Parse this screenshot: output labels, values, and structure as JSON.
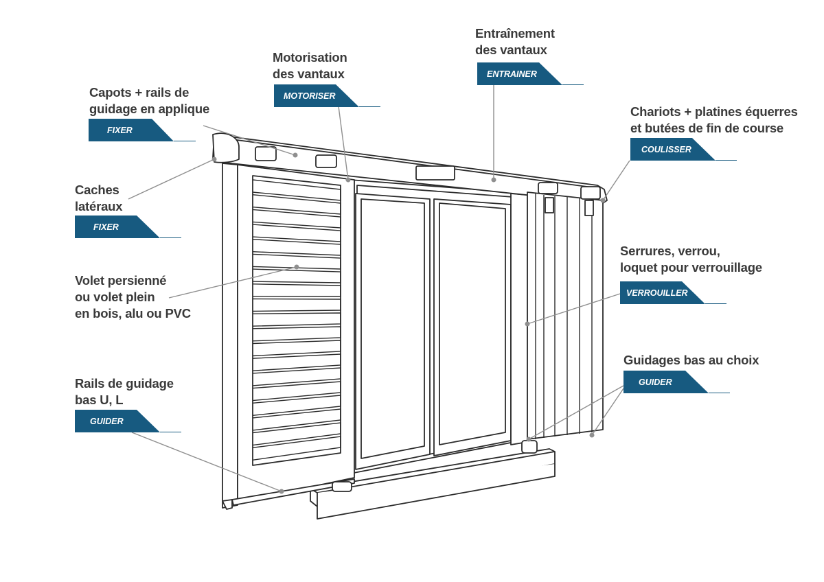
{
  "colors": {
    "tag": "#175a80",
    "leader": "#8f8f8f",
    "dot": "#8f8f8f",
    "outline": "#2b2b2b",
    "text": "#3a3a3a"
  },
  "annotations": [
    {
      "id": "capots",
      "lines": [
        "Capots + rails de",
        "guidage en applique"
      ],
      "tag": "FIXER"
    },
    {
      "id": "motorisation",
      "lines": [
        "Motorisation",
        "des vantaux"
      ],
      "tag": "MOTORISER"
    },
    {
      "id": "entrainement",
      "lines": [
        "Entraînement",
        "des vantaux"
      ],
      "tag": "ENTRAINER"
    },
    {
      "id": "chariots",
      "lines": [
        "Chariots + platines équerres",
        "et butées de fin de course"
      ],
      "tag": "COULISSER"
    },
    {
      "id": "caches",
      "lines": [
        "Caches",
        "latéraux"
      ],
      "tag": "FIXER"
    },
    {
      "id": "volet",
      "lines": [
        "Volet persienné",
        "ou volet plein",
        "en bois, alu ou PVC"
      ]
    },
    {
      "id": "serrures",
      "lines": [
        "Serrures, verrou,",
        "loquet pour verrouillage"
      ],
      "tag": "VERROUILLER"
    },
    {
      "id": "guidages-bas",
      "lines": [
        "Guidages bas au choix"
      ],
      "tag": "GUIDER"
    },
    {
      "id": "rails-bas",
      "lines": [
        "Rails de guidage",
        "bas U, L"
      ],
      "tag": "GUIDER"
    }
  ]
}
